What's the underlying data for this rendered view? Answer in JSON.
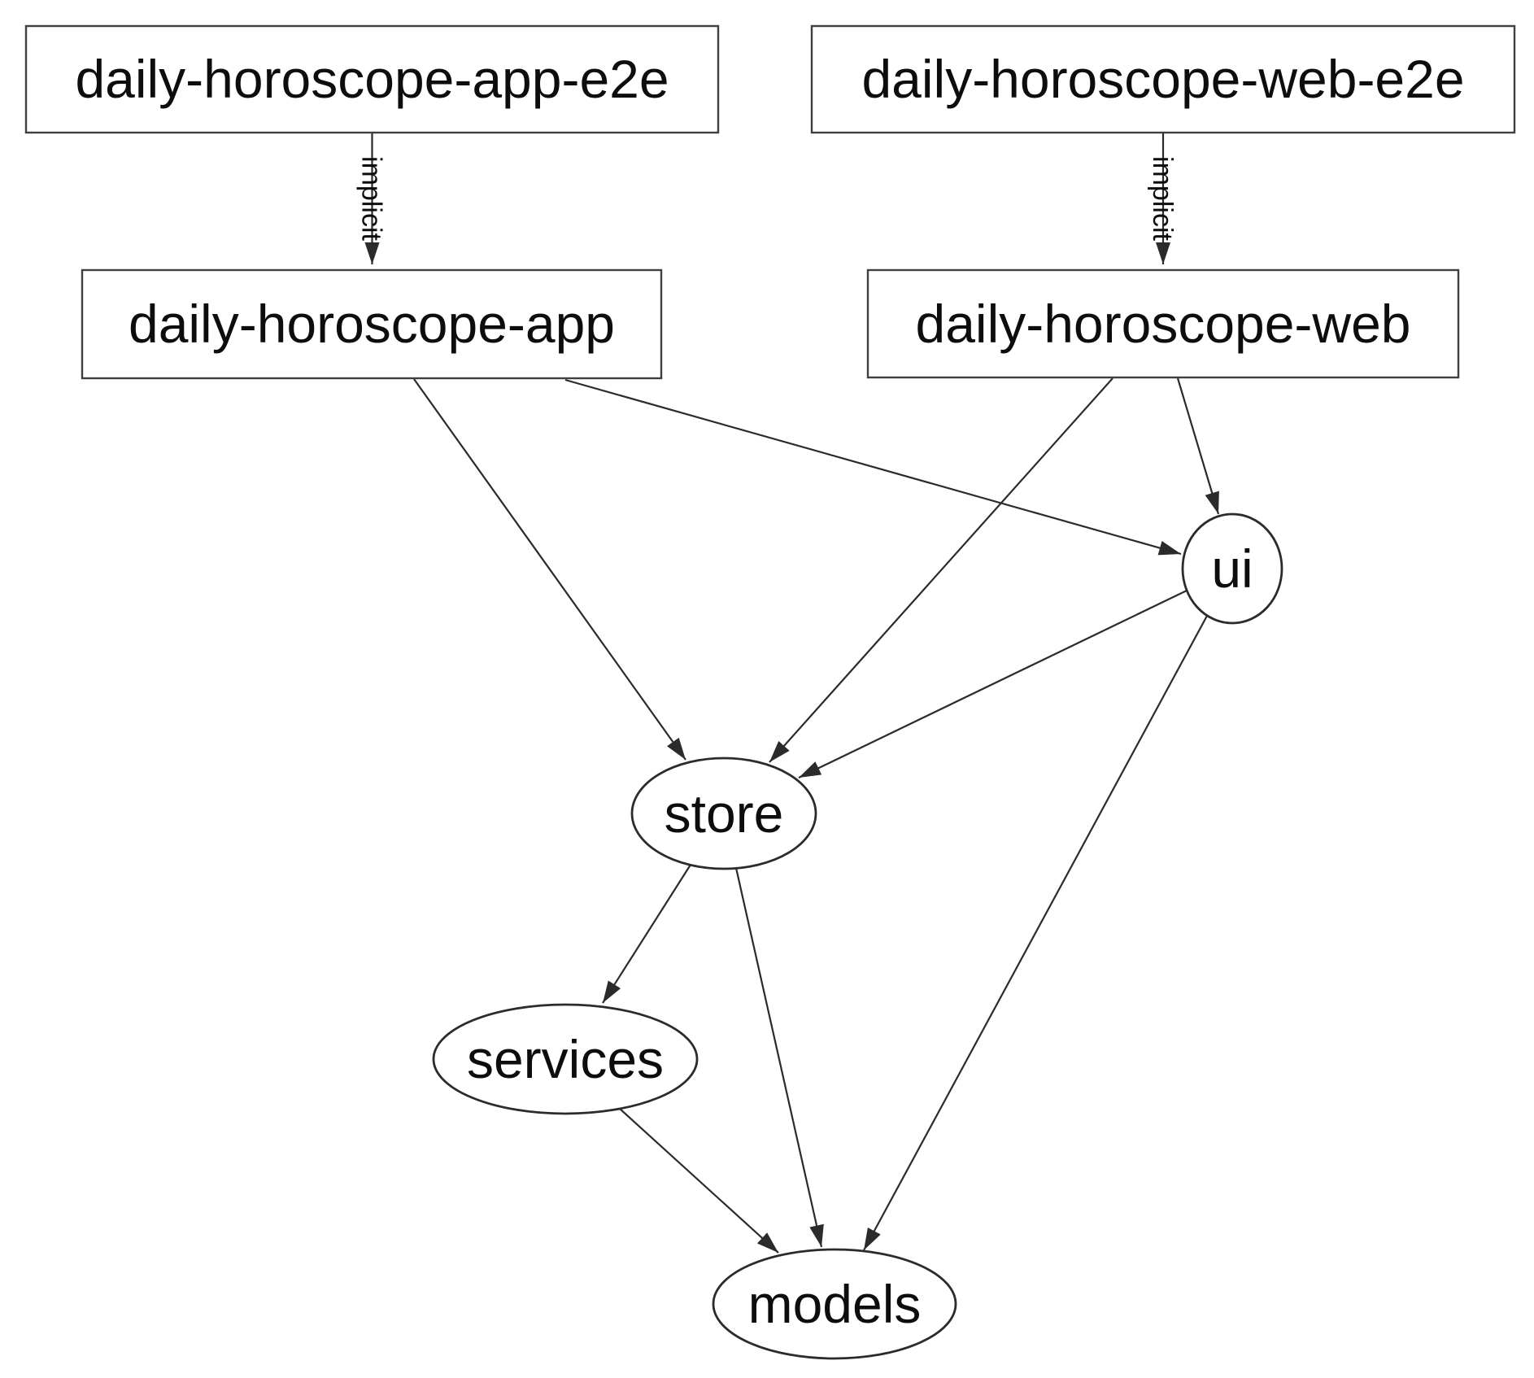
{
  "diagram": {
    "kind": "dependency-graph",
    "colors": {
      "background": "#ffffff",
      "edge": "#2b2b2b",
      "node_border": "#3f3f3f",
      "text": "#0d0d0d"
    },
    "nodes": [
      {
        "id": "daily-horoscope-app-e2e",
        "label": "daily-horoscope-app-e2e",
        "shape": "box"
      },
      {
        "id": "daily-horoscope-web-e2e",
        "label": "daily-horoscope-web-e2e",
        "shape": "box"
      },
      {
        "id": "daily-horoscope-app",
        "label": "daily-horoscope-app",
        "shape": "box"
      },
      {
        "id": "daily-horoscope-web",
        "label": "daily-horoscope-web",
        "shape": "box"
      },
      {
        "id": "ui",
        "label": "ui",
        "shape": "ellipse"
      },
      {
        "id": "store",
        "label": "store",
        "shape": "ellipse"
      },
      {
        "id": "services",
        "label": "services",
        "shape": "ellipse"
      },
      {
        "id": "models",
        "label": "models",
        "shape": "ellipse"
      }
    ],
    "edges": [
      {
        "from": "daily-horoscope-app-e2e",
        "to": "daily-horoscope-app",
        "label": "implicit"
      },
      {
        "from": "daily-horoscope-web-e2e",
        "to": "daily-horoscope-web",
        "label": "implicit"
      },
      {
        "from": "daily-horoscope-app",
        "to": "store",
        "label": ""
      },
      {
        "from": "daily-horoscope-app",
        "to": "ui",
        "label": ""
      },
      {
        "from": "daily-horoscope-web",
        "to": "store",
        "label": ""
      },
      {
        "from": "daily-horoscope-web",
        "to": "ui",
        "label": ""
      },
      {
        "from": "ui",
        "to": "store",
        "label": ""
      },
      {
        "from": "ui",
        "to": "models",
        "label": ""
      },
      {
        "from": "store",
        "to": "services",
        "label": ""
      },
      {
        "from": "store",
        "to": "models",
        "label": ""
      },
      {
        "from": "services",
        "to": "models",
        "label": ""
      }
    ]
  }
}
